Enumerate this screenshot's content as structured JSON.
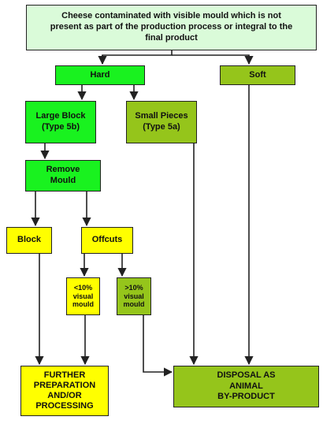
{
  "nodes": {
    "top": {
      "line1": "Cheese contaminated with visible mould which is not",
      "line2": "present as part of the production process or integral to the",
      "line3": "final product"
    },
    "hard": "Hard",
    "soft": "Soft",
    "large_block": {
      "line1": "Large Block",
      "line2": "(Type 5b)"
    },
    "small_pieces": {
      "line1": "Small Pieces",
      "line2": "(Type 5a)"
    },
    "remove_mould": {
      "line1": "Remove",
      "line2": "Mould"
    },
    "block": "Block",
    "offcuts": "Offcuts",
    "under10": {
      "line1": "<10%",
      "line2": "visual",
      "line3": "mould"
    },
    "over10": {
      "line1": ">10%",
      "line2": "visual",
      "line3": "mould"
    },
    "further": {
      "line1": "FURTHER",
      "line2": "PREPARATION",
      "line3": "AND/OR",
      "line4": "PROCESSING"
    },
    "disposal": {
      "line1": "DISPOSAL AS",
      "line2": "ANIMAL",
      "line3": "BY-PRODUCT"
    }
  },
  "colors": {
    "top_fill": "#dafbd9",
    "green_fill": "#19f21f",
    "olive_fill": "#95c51b",
    "yellow_fill": "#ffff00",
    "line": "#222222"
  }
}
